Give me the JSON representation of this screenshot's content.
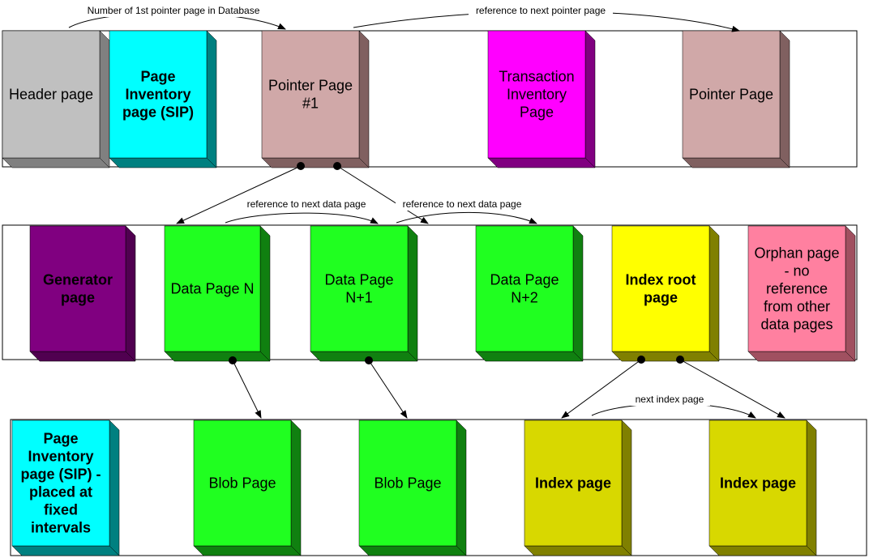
{
  "annotations": {
    "first_pointer": "Number of 1st pointer page in Database",
    "next_pointer": "reference to next pointer page",
    "next_data_1": "reference to next data page",
    "next_data_2": "reference to next data page",
    "next_index": "next index page"
  },
  "pages": [
    {
      "id": "header-page",
      "lines": [
        "Header page"
      ],
      "bold": false,
      "front": "#c0c0c0",
      "side": "#808080",
      "top": "#808080",
      "text": "#000000"
    },
    {
      "id": "page-inventory-page-top",
      "lines": [
        "Page",
        "Inventory",
        "page (SIP)"
      ],
      "bold": true,
      "front": "#00ffff",
      "side": "#008080",
      "top": "#008080",
      "text": "#000000"
    },
    {
      "id": "pointer-page-1",
      "lines": [
        "Pointer Page",
        "#1"
      ],
      "bold": false,
      "front": "#d0a8a8",
      "side": "#806060",
      "top": "#806060",
      "text": "#000000"
    },
    {
      "id": "transaction-inventory-page",
      "lines": [
        "Transaction",
        "Inventory",
        "Page"
      ],
      "bold": false,
      "front": "#ff00ff",
      "side": "#800080",
      "top": "#800080",
      "text": "#000000"
    },
    {
      "id": "pointer-page-2",
      "lines": [
        "Pointer Page"
      ],
      "bold": false,
      "front": "#d0a8a8",
      "side": "#806060",
      "top": "#806060",
      "text": "#000000"
    },
    {
      "id": "generator-page",
      "lines": [
        "Generator",
        "page"
      ],
      "bold": true,
      "front": "#800080",
      "side": "#500050",
      "top": "#500050",
      "text": "#ffffff"
    },
    {
      "id": "data-page-n",
      "lines": [
        "Data Page N"
      ],
      "bold": false,
      "front": "#20ff20",
      "side": "#108010",
      "top": "#108010",
      "text": "#000000"
    },
    {
      "id": "data-page-n1",
      "lines": [
        "Data Page",
        "N+1"
      ],
      "bold": false,
      "front": "#20ff20",
      "side": "#108010",
      "top": "#108010",
      "text": "#000000"
    },
    {
      "id": "data-page-n2",
      "lines": [
        "Data Page",
        "N+2"
      ],
      "bold": false,
      "front": "#20ff20",
      "side": "#108010",
      "top": "#108010",
      "text": "#000000"
    },
    {
      "id": "index-root-page",
      "lines": [
        "Index root",
        "page"
      ],
      "bold": true,
      "front": "#ffff00",
      "side": "#808000",
      "top": "#808000",
      "text": "#000000"
    },
    {
      "id": "orphan-page",
      "lines": [
        "Orphan page",
        "- no",
        "reference",
        "from other",
        "data pages"
      ],
      "bold": false,
      "front": "#ff80a0",
      "side": "#a05060",
      "top": "#a05060",
      "text": "#000000"
    },
    {
      "id": "page-inventory-page-bottom",
      "lines": [
        "Page",
        "Inventory",
        "page (SIP) -",
        "placed at",
        "fixed",
        "intervals"
      ],
      "bold": true,
      "front": "#00ffff",
      "side": "#008080",
      "top": "#008080",
      "text": "#000000"
    },
    {
      "id": "blob-page-1",
      "lines": [
        "Blob Page"
      ],
      "bold": false,
      "front": "#20ff20",
      "side": "#108010",
      "top": "#108010",
      "text": "#000000"
    },
    {
      "id": "blob-page-2",
      "lines": [
        "Blob Page"
      ],
      "bold": false,
      "front": "#20ff20",
      "side": "#108010",
      "top": "#108010",
      "text": "#000000"
    },
    {
      "id": "index-page-1",
      "lines": [
        "Index page"
      ],
      "bold": true,
      "front": "#d8d800",
      "side": "#808000",
      "top": "#808000",
      "text": "#000000"
    },
    {
      "id": "index-page-2",
      "lines": [
        "Index page"
      ],
      "bold": true,
      "front": "#d8d800",
      "side": "#808000",
      "top": "#808000",
      "text": "#000000"
    }
  ]
}
